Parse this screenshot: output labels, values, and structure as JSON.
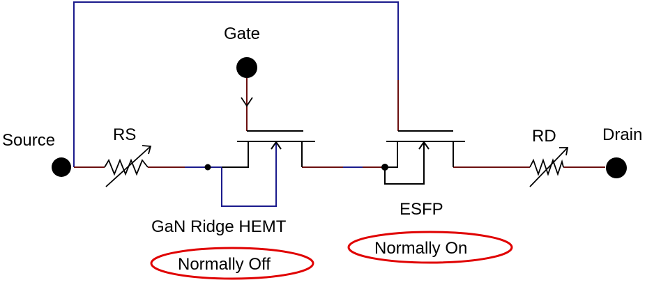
{
  "labels": {
    "source": "Source",
    "gate": "Gate",
    "drain": "Drain",
    "rs": "RS",
    "rd": "RD",
    "hemt": "GaN Ridge HEMT",
    "esfp": "ESFP",
    "normally_off": "Normally Off",
    "normally_on": "Normally On"
  },
  "colors": {
    "blue_wire": "#1a1a8c",
    "dark_red_wire": "#6b0f0f",
    "highlight_ellipse": "#e00000",
    "terminal": "#000000"
  }
}
